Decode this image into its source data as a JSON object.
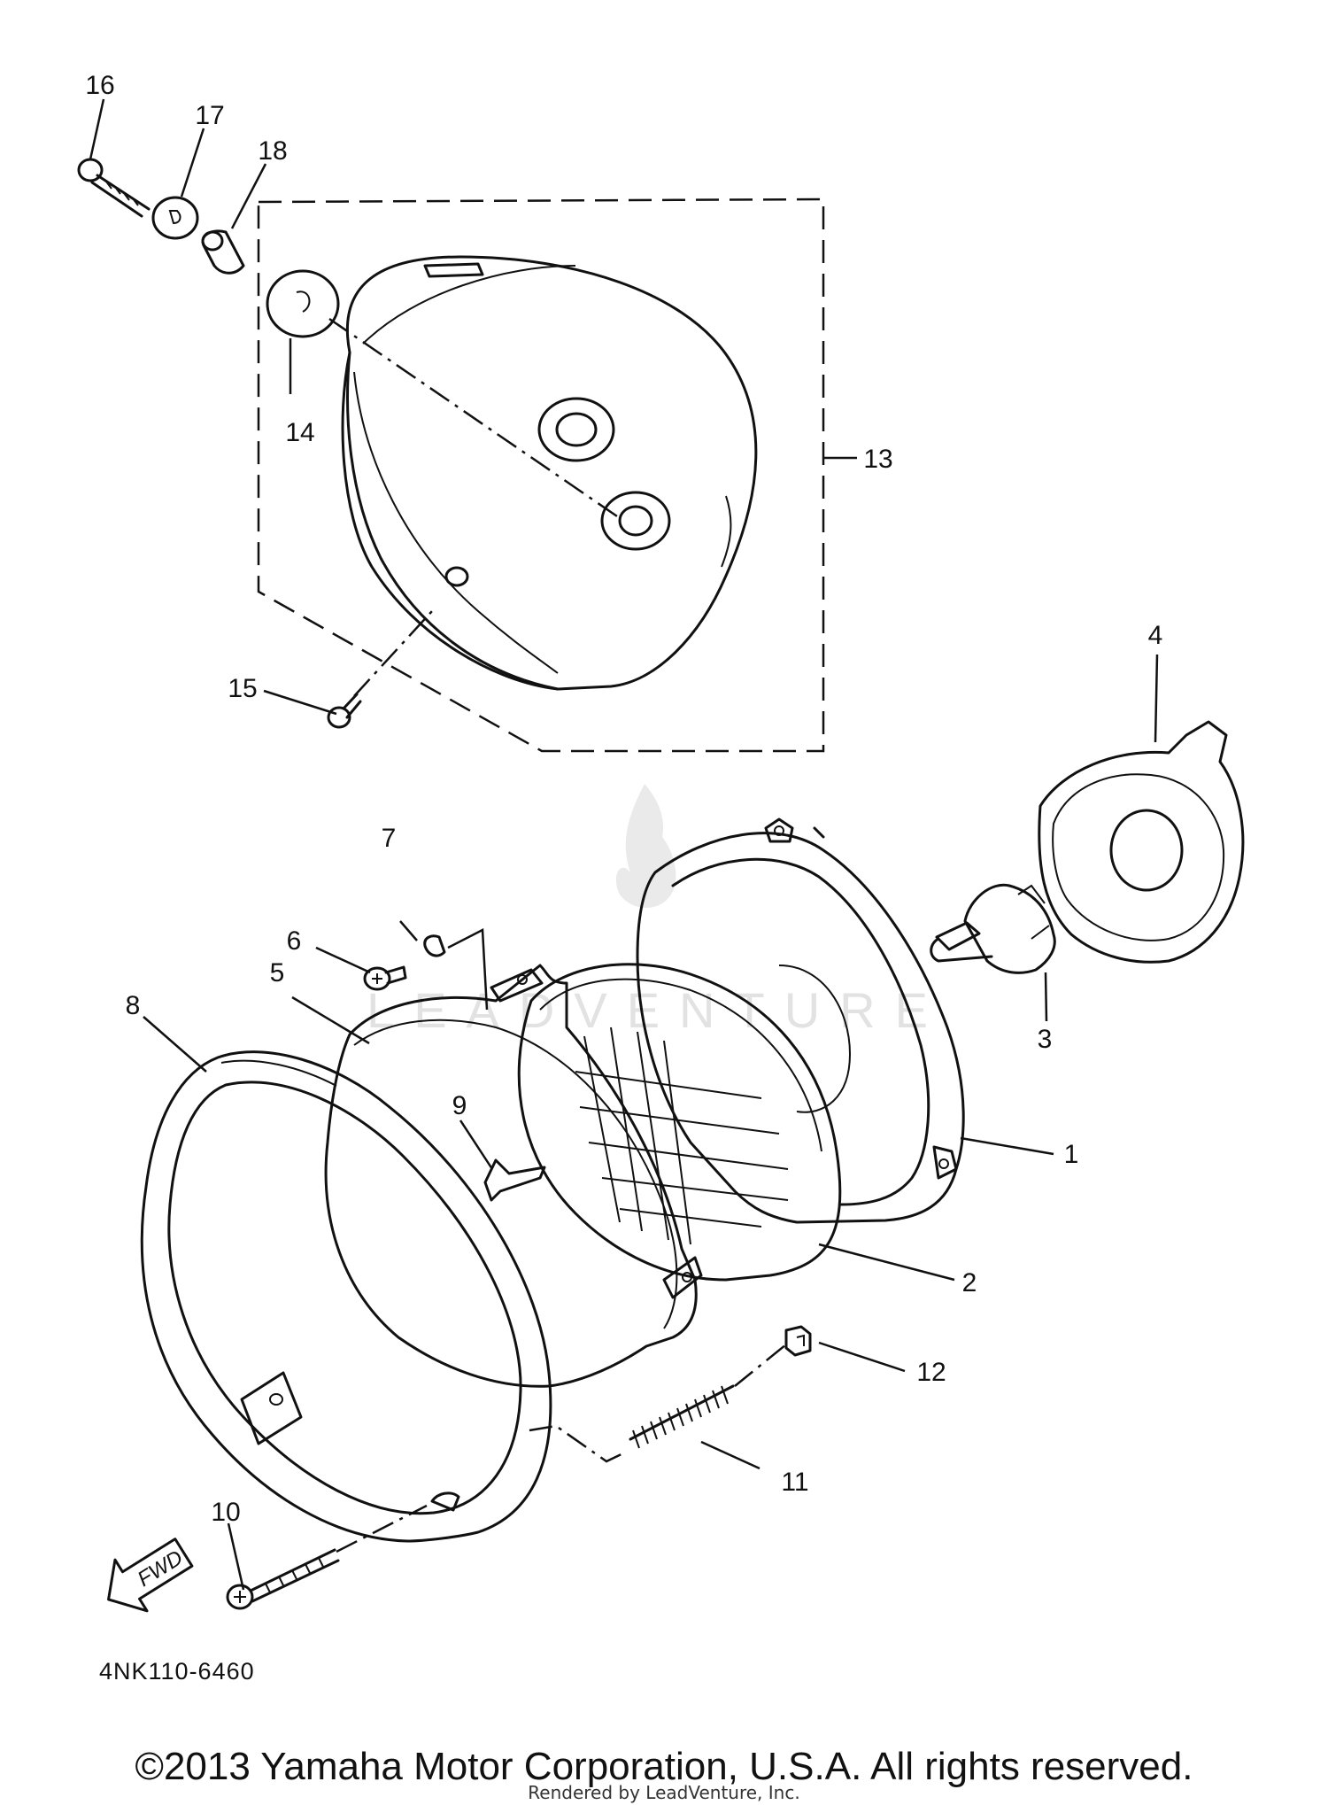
{
  "watermark": {
    "text": "LEADVENTURE"
  },
  "parts": [
    {
      "number": "1"
    },
    {
      "number": "2"
    },
    {
      "number": "3"
    },
    {
      "number": "4"
    },
    {
      "number": "5"
    },
    {
      "number": "6"
    },
    {
      "number": "7"
    },
    {
      "number": "8"
    },
    {
      "number": "9"
    },
    {
      "number": "10"
    },
    {
      "number": "11"
    },
    {
      "number": "12"
    },
    {
      "number": "13"
    },
    {
      "number": "14"
    },
    {
      "number": "15"
    },
    {
      "number": "16"
    },
    {
      "number": "17"
    },
    {
      "number": "18"
    }
  ],
  "fwd_arrow": {
    "text": "FWD"
  },
  "drawing_code": "4NK110-6460",
  "copyright": "©2013 Yamaha Motor Corporation, U.S.A. All rights reserved.",
  "render_credit": "Rendered by LeadVenture, Inc."
}
